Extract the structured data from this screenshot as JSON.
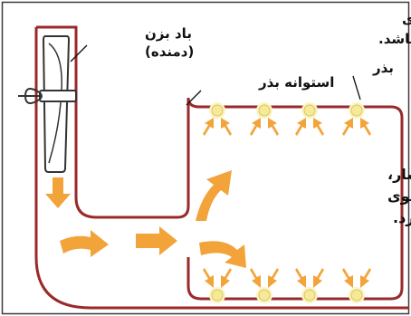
{
  "labels": {
    "fan": "باد بزن",
    "fan_sub": "(دمنده)",
    "top_line1": "فشار اتمسفر کمتر از فشار هوای",
    "top_line2": "داخل استوانه می‌باشد.",
    "drum": "استوانه بذر",
    "seed": "بذر",
    "mid_line1": "هوای تحت فشار،",
    "mid_line2": "بذرها را در جلوی",
    "mid_line3": "سوراخ‌ها نگه می‌دارد."
  },
  "colors": {
    "frame": "#9a2a2a",
    "duct_fill": "#ffffff",
    "arrow": "#f2a43a",
    "arrow_light": "#f7c27a",
    "seed": "#f6ea9a",
    "seed_glow": "#fbf4c4",
    "fan": "#333333"
  },
  "icons": {
    "fan": "fan-icon",
    "flow_arrow": "air-flow-arrow-icon",
    "seed": "seed-icon"
  }
}
